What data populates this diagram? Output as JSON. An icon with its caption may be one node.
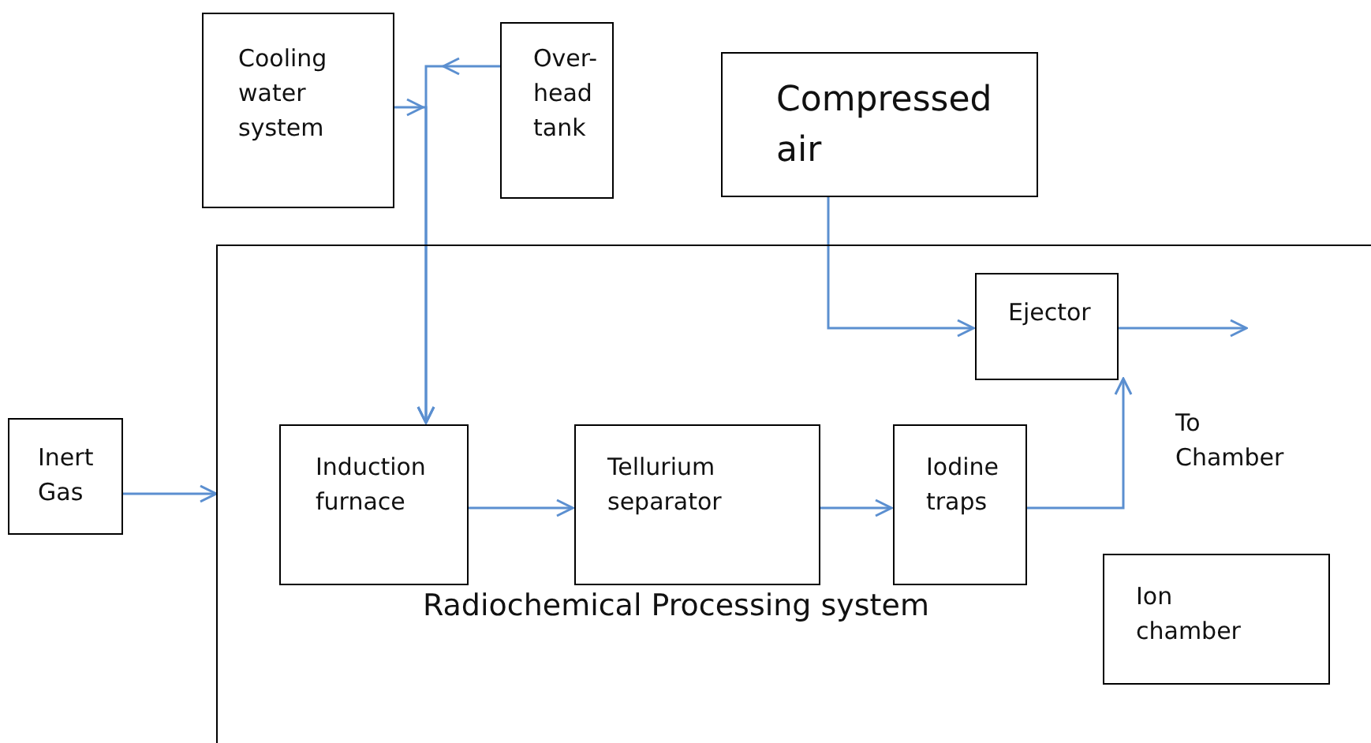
{
  "diagram": {
    "nodes": [
      {
        "text": [
          "Cooling water system"
        ]
      },
      {
        "text": [
          "Over-head tank"
        ]
      },
      {
        "text": [
          "Compressed air"
        ]
      },
      {
        "text": [
          "Radiochemical Processing system"
        ]
      },
      {
        "text": [
          "Ejector"
        ],
        "in": 3
      },
      {
        "text": [
          "Inert Gas"
        ]
      },
      {
        "text": [
          "Induction furnace"
        ],
        "in": 3
      },
      {
        "text": [
          "Tellurium separator"
        ],
        "in": 3
      },
      {
        "text": [
          "Iodine traps"
        ],
        "in": 3
      },
      {
        "text": [
          "Ion chamber"
        ],
        "in": 3
      }
    ],
    "edges": [
      {
        "from": 1,
        "to": 6,
        "arrow": "to"
      },
      {
        "from": 0,
        "to": 6,
        "arrow": "to"
      },
      {
        "from": 2,
        "to": 4,
        "arrow": "to"
      },
      {
        "from": 4,
        "to": null,
        "arrow": "to"
      },
      {
        "from": 5,
        "to": 3,
        "arrow": "to"
      },
      {
        "from": 6,
        "to": 7,
        "arrow": "to"
      },
      {
        "from": 7,
        "to": 8,
        "arrow": "to"
      },
      {
        "from": 8,
        "to": 4,
        "arrow": "to"
      }
    ],
    "labels": [
      "To Chamber"
    ]
  }
}
